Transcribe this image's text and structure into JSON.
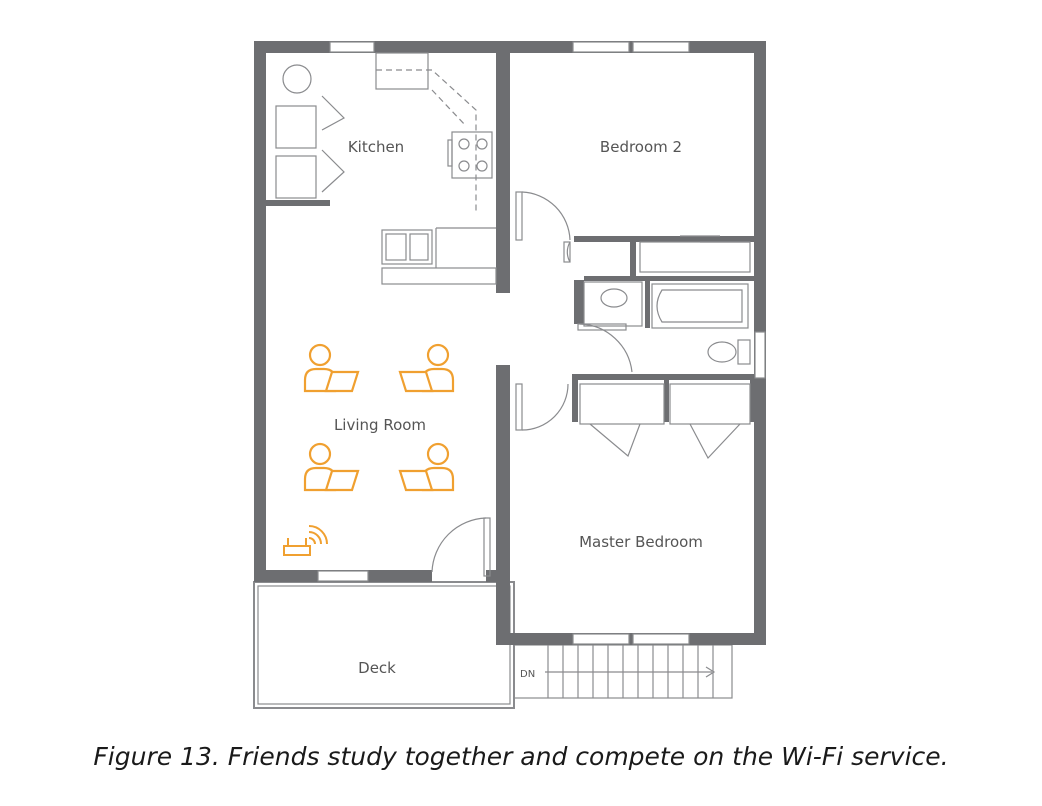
{
  "rooms": {
    "kitchen": "Kitchen",
    "bedroom2": "Bedroom 2",
    "living_room": "Living Room",
    "master_bedroom": "Master Bedroom",
    "deck": "Deck"
  },
  "stairs_label": "DN",
  "caption": "Figure 13. Friends study together and compete on the Wi-Fi service.",
  "icons": {
    "person": "person-with-laptop-icon",
    "router": "wifi-router-icon"
  },
  "colors": {
    "wall": "#6d6e71",
    "fixture": "#8a8b8e",
    "accent": "#f0a030"
  }
}
